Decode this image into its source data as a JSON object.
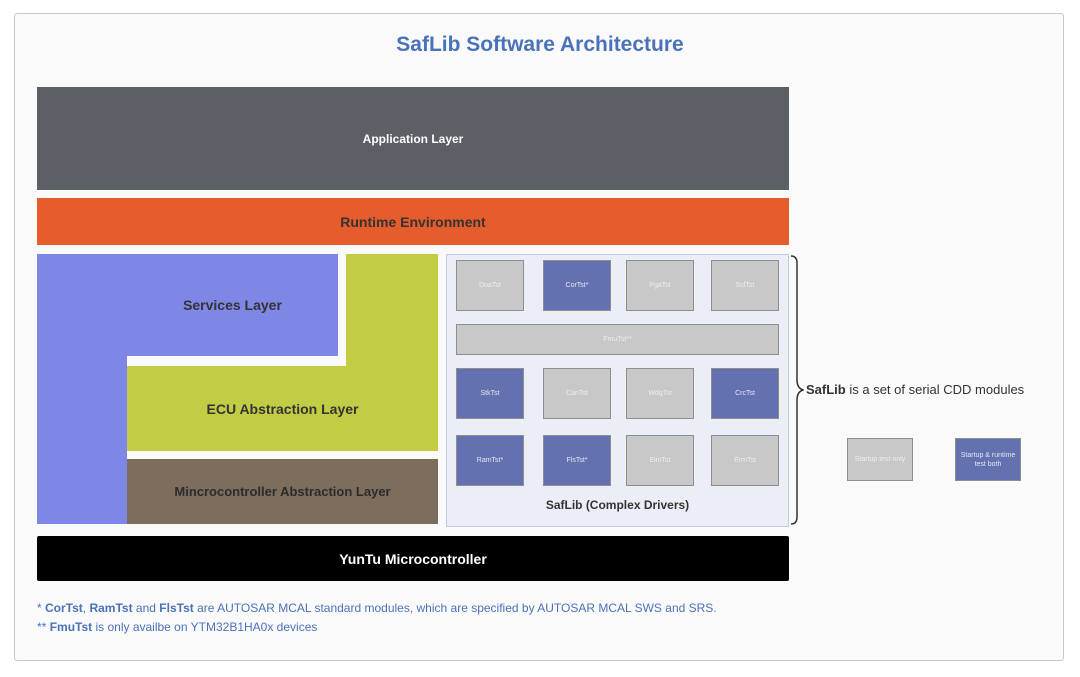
{
  "title": "SafLib Software Architecture",
  "layers": {
    "application": "Application Layer",
    "runtime": "Runtime Environment",
    "services": "Services  Layer",
    "ecu": "ECU Abstraction Layer",
    "mcal": "Mincrocontroller Abstraction Layer",
    "saflib": "SafLib (Complex Drivers)",
    "microcontroller": "YunTu Microcontroller"
  },
  "modules": [
    {
      "label": "DoaTst",
      "kind": "gray"
    },
    {
      "label": "CorTst*",
      "kind": "blue"
    },
    {
      "label": "PgaTst",
      "kind": "gray"
    },
    {
      "label": "SclTst",
      "kind": "gray"
    },
    {
      "label": "FmuTst**",
      "kind": "gray"
    },
    {
      "label": "StkTst",
      "kind": "blue"
    },
    {
      "label": "CanTst",
      "kind": "gray"
    },
    {
      "label": "WdgTst",
      "kind": "gray"
    },
    {
      "label": "CrcTst",
      "kind": "blue"
    },
    {
      "label": "RamTst*",
      "kind": "blue"
    },
    {
      "label": "FlsTst*",
      "kind": "blue"
    },
    {
      "label": "EimTst",
      "kind": "gray"
    },
    {
      "label": "ErmTst",
      "kind": "gray"
    }
  ],
  "brace_note": {
    "bold": "SafLib",
    "rest": " is a set of serial CDD modules"
  },
  "legend": {
    "startup_only": "Startup test only",
    "startup_runtime": "Startup & runtime test both"
  },
  "footnotes": {
    "line1": {
      "prefix": "* ",
      "m1": "CorTst",
      "sep1": ", ",
      "m2": "RamTst",
      "sep2": " and ",
      "m3": "FlsTst",
      "rest": " are AUTOSAR MCAL standard modules, which are specified by AUTOSAR MCAL SWS and SRS."
    },
    "line2": {
      "prefix": "** ",
      "m1": "FmuTst",
      "rest": " is only availbe on YTM32B1HA0x devices"
    }
  },
  "colors": {
    "application": "#5b6066",
    "runtime": "#e55d2c",
    "services": "#7f87e6",
    "ecu": "#c2cd45",
    "mcal": "#7d6d5d",
    "microcontroller": "#000000",
    "module_gray": "#c8c8c8",
    "module_blue": "#6471b0",
    "title": "#4a72b8"
  }
}
